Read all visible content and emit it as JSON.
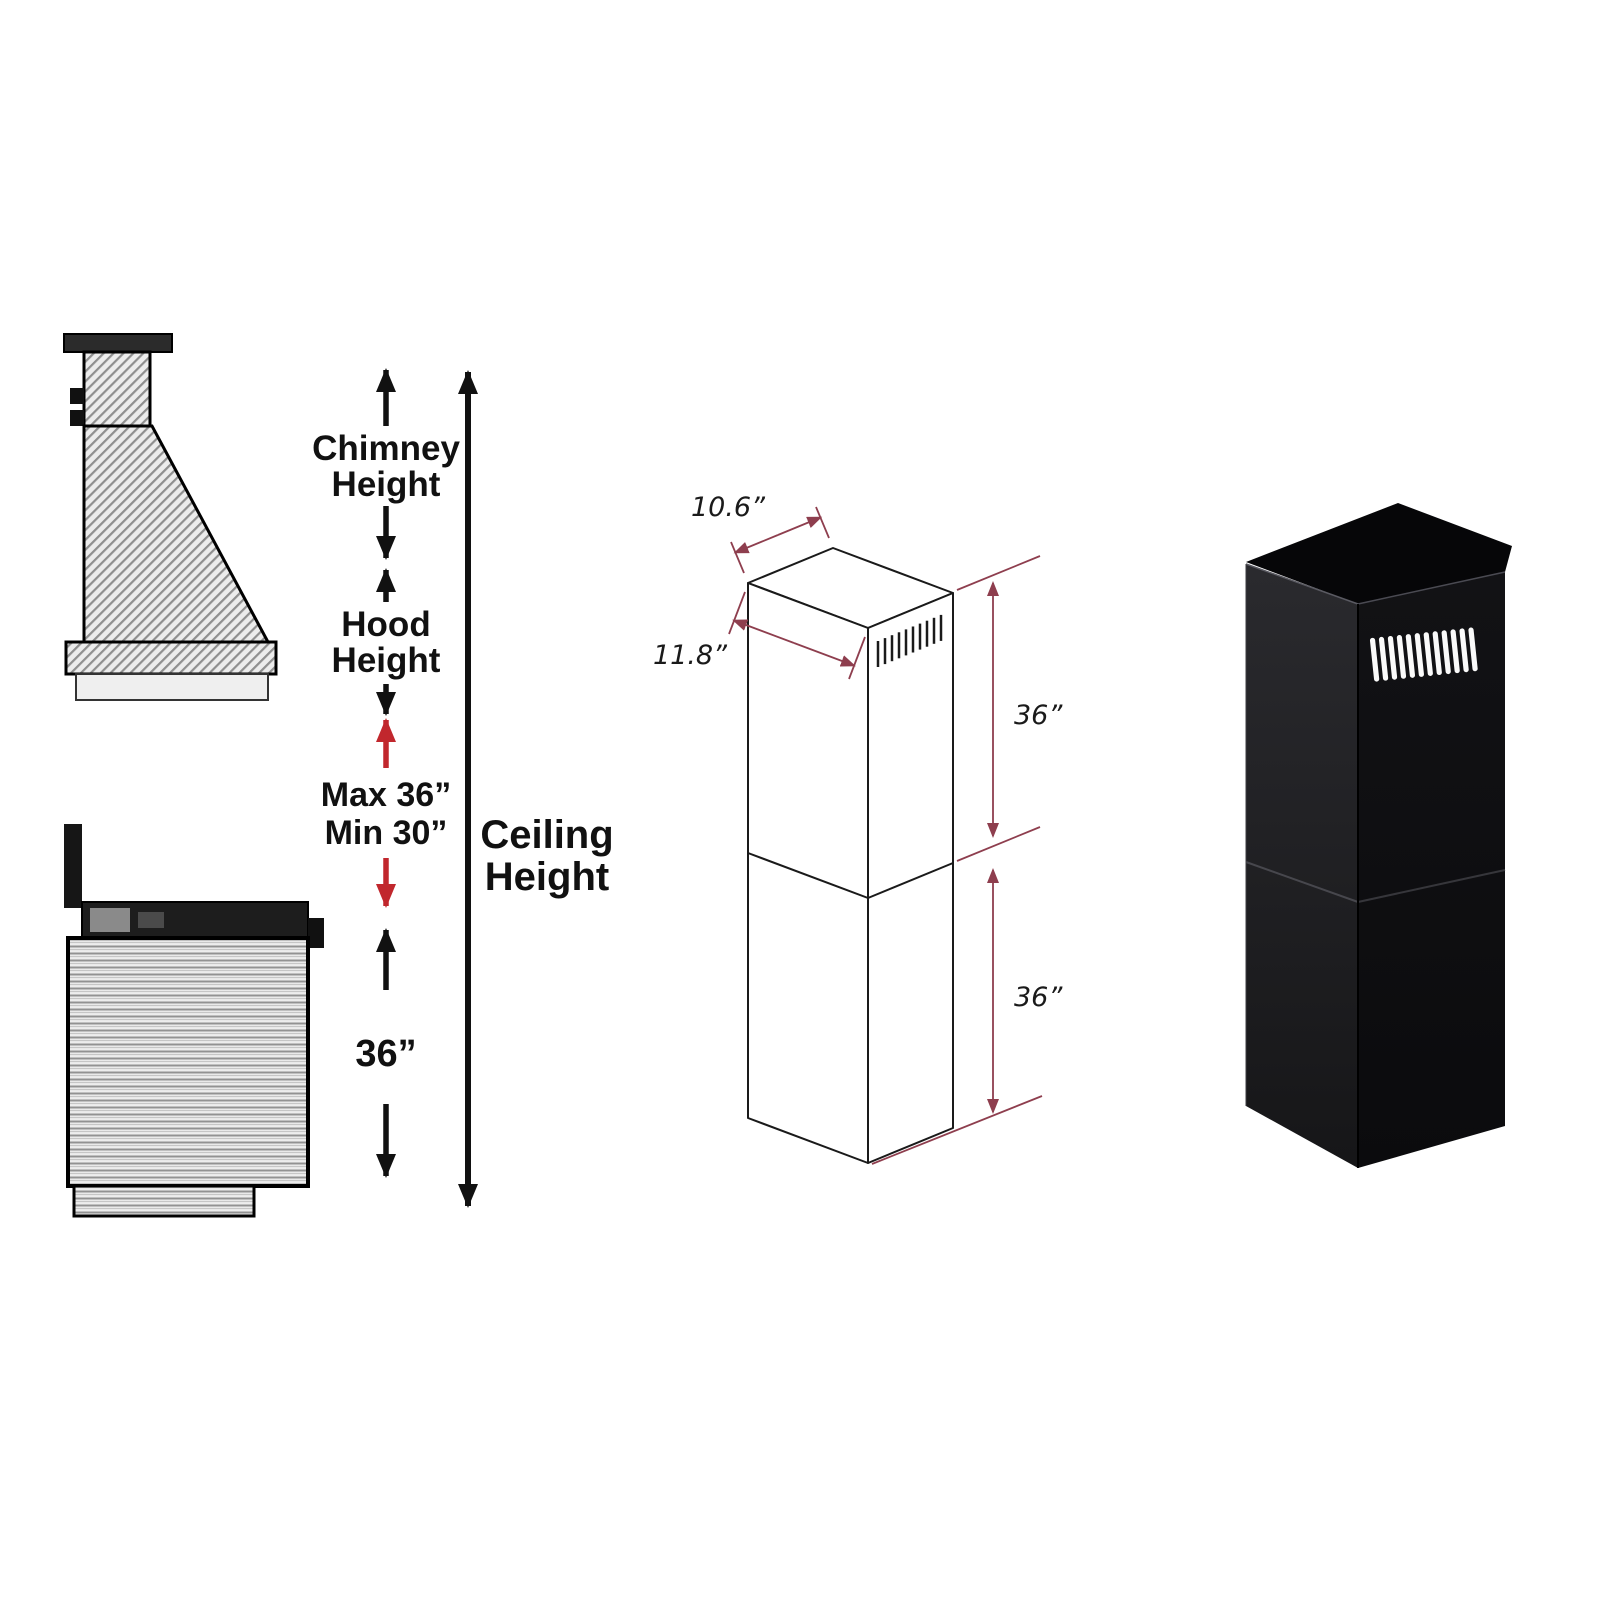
{
  "colors": {
    "accent_red": "#c1272d",
    "dimension_line": "#8e3e4e",
    "drawing_line": "#1a1a1a"
  },
  "height_diagram": {
    "chimney_height_line1": "Chimney",
    "chimney_height_line2": "Height",
    "hood_height_line1": "Hood",
    "hood_height_line2": "Height",
    "max_clearance": "Max 36”",
    "min_clearance": "Min 30”",
    "hood_to_cooktop": "36”",
    "ceiling_height_line1": "Ceiling",
    "ceiling_height_line2": "Height"
  },
  "dimension_diagram": {
    "depth": "10.6”",
    "width": "11.8”",
    "upper_section_height": "36”",
    "lower_section_height": "36”"
  }
}
